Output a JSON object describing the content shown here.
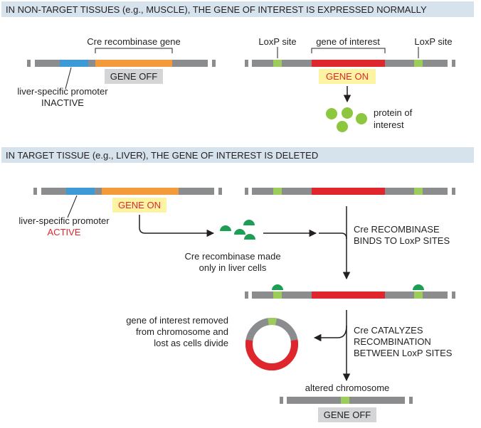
{
  "section1": {
    "header": "IN NON-TARGET TISSUES (e.g., MUSCLE), THE GENE OF INTEREST IS EXPRESSED NORMALLY",
    "left": {
      "cre_gene_label": "Cre recombinase gene",
      "status": "GENE OFF",
      "promoter_label_1": "liver-specific promoter",
      "promoter_label_2": "INACTIVE"
    },
    "right": {
      "loxp_left": "LoxP site",
      "gene_label": "gene of interest",
      "loxp_right": "LoxP site",
      "status": "GENE ON",
      "protein_label_1": "protein of",
      "protein_label_2": "interest"
    }
  },
  "section2": {
    "header": "IN TARGET TISSUE (e.g., LIVER), THE GENE OF INTEREST IS DELETED",
    "status_on": "GENE ON",
    "promoter_label_1": "liver-specific promoter",
    "promoter_label_2": "ACTIVE",
    "cre_made_1": "Cre recombinase made",
    "cre_made_2": "only in liver cells",
    "binds_1": "Cre RECOMBINASE",
    "binds_2": "BINDS TO LoxP SITES",
    "removed_1": "gene of interest removed",
    "removed_2": "from chromosome and",
    "removed_3": "lost as cells divide",
    "catalyzes_1": "Cre CATALYZES",
    "catalyzes_2": "RECOMBINATION",
    "catalyzes_3": "BETWEEN LoxP SITES",
    "altered_label": "altered chromosome",
    "status_off": "GENE OFF"
  },
  "colors": {
    "chromosome": "#8a8c8e",
    "promoter": "#3d9ad6",
    "cre_gene": "#f39a3a",
    "gene_of_interest": "#e0262d",
    "loxp": "#9ccc5a",
    "protein": "#8dc63f",
    "cre_protein": "#1e9e55",
    "header_bg": "#d6e3ec",
    "off_bg": "#d3d5d6",
    "on_bg": "#fdf4a3",
    "active_text": "#e0262d"
  }
}
